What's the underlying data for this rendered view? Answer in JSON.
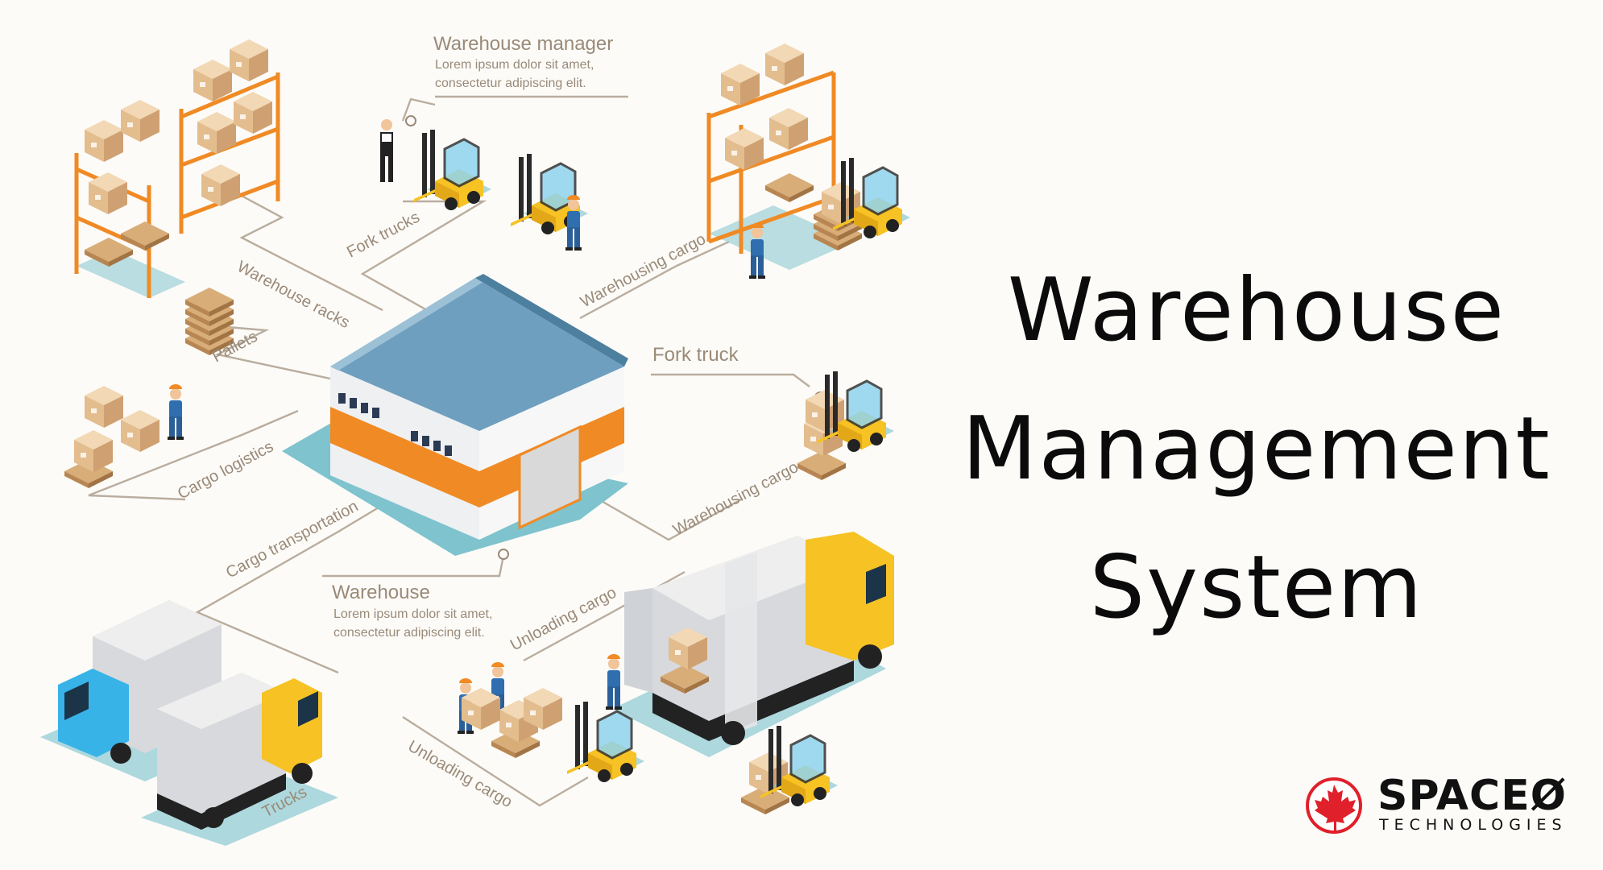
{
  "title": {
    "line1": "Warehouse",
    "line2": "Management",
    "line3": "System"
  },
  "labels": {
    "warehouse_manager": "Warehouse manager",
    "warehouse_manager_desc1": "Lorem ipsum dolor sit amet,",
    "warehouse_manager_desc2": "consectetur adipiscing elit.",
    "fork_trucks": "Fork trucks",
    "warehousing_cargo_top": "Warehousing cargo",
    "warehouse_racks": "Warehouse racks",
    "pallets": "Pallets",
    "fork_truck": "Fork truck",
    "cargo_logistics": "Cargo logistics",
    "warehousing_cargo_right": "Warehousing cargo",
    "cargo_transportation": "Cargo transportation",
    "warehouse": "Warehouse",
    "warehouse_desc1": "Lorem ipsum dolor sit amet,",
    "warehouse_desc2": "consectetur adipiscing elit.",
    "unloading_cargo_top": "Unloading cargo",
    "unloading_cargo_bottom": "Unloading cargo",
    "trucks": "Trucks"
  },
  "brand": {
    "name": "SPACEØ",
    "sub": "TECHNOLOGIES",
    "icon": "maple-leaf-icon"
  },
  "colors": {
    "background": "#fcfbf8",
    "orange": "#f08a24",
    "roof_blue": "#6e9fbf",
    "floor_teal": "#7ec3cd",
    "forklift_yellow": "#f6c224",
    "box_tan": "#e8c9a0",
    "brand_red": "#e0202a"
  }
}
